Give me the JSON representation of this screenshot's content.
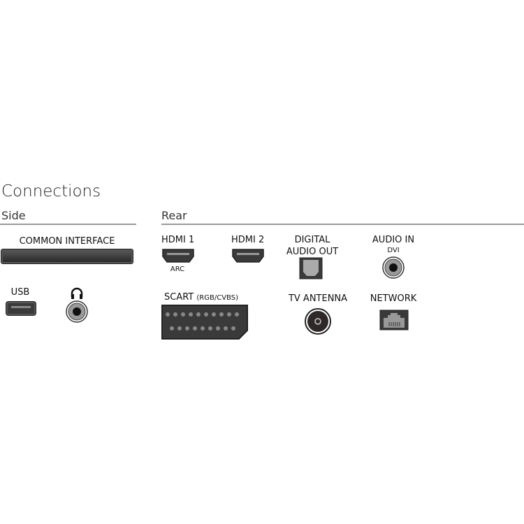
{
  "title": "Connections",
  "side": {
    "heading": "Side",
    "common_interface": "COMMON INTERFACE",
    "usb": "USB"
  },
  "rear": {
    "heading": "Rear",
    "hdmi1": "HDMI 1",
    "arc": "ARC",
    "hdmi2": "HDMI 2",
    "digital_audio_out_1": "DIGITAL",
    "digital_audio_out_2": "AUDIO OUT",
    "audio_in": "AUDIO IN",
    "dvi": "DVI",
    "scart": "SCART",
    "scart_sub": "(RGB/CVBS)",
    "tv_antenna": "TV ANTENNA",
    "network": "NETWORK"
  }
}
